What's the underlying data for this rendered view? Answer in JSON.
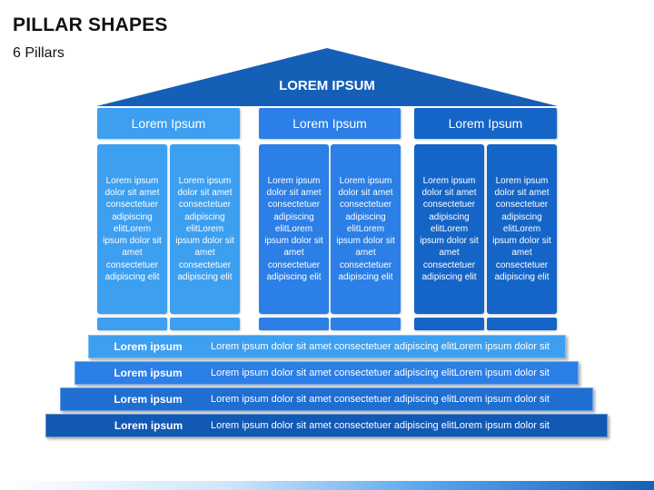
{
  "title": "PILLAR SHAPES",
  "subtitle": "6 Pillars",
  "roof_label": "LOREM IPSUM",
  "colors": {
    "group1": "#3d9ff0",
    "group2": "#2b7fe6",
    "group3": "#1565c8",
    "step1": "#3d9ff0",
    "step2": "#2b7fe6",
    "step3": "#1f6fd2",
    "step4": "#1259b4",
    "roof": "#155fb6"
  },
  "groups": [
    {
      "header": "Lorem Ipsum",
      "pillars": [
        "Lorem ipsum dolor sit amet consectetuer adipiscing elitLorem ipsum dolor sit amet consectetuer adipiscing elit",
        "Lorem ipsum dolor sit amet consectetuer adipiscing elitLorem ipsum dolor sit amet consectetuer adipiscing elit"
      ]
    },
    {
      "header": "Lorem Ipsum",
      "pillars": [
        "Lorem ipsum dolor sit amet consectetuer adipiscing elitLorem ipsum dolor sit amet consectetuer adipiscing elit",
        "Lorem ipsum dolor sit amet consectetuer adipiscing elitLorem ipsum dolor sit amet consectetuer adipiscing elit"
      ]
    },
    {
      "header": "Lorem Ipsum",
      "pillars": [
        "Lorem ipsum dolor sit amet consectetuer adipiscing elitLorem ipsum dolor sit amet consectetuer adipiscing elit",
        "Lorem ipsum dolor sit amet consectetuer adipiscing elitLorem ipsum dolor sit amet consectetuer adipiscing elit"
      ]
    }
  ],
  "steps": [
    {
      "label": "Lorem ipsum",
      "text": "Lorem ipsum dolor sit amet consectetuer adipiscing elitLorem ipsum dolor sit"
    },
    {
      "label": "Lorem ipsum",
      "text": "Lorem ipsum dolor sit amet consectetuer adipiscing elitLorem ipsum dolor sit"
    },
    {
      "label": "Lorem ipsum",
      "text": "Lorem ipsum dolor sit amet consectetuer adipiscing elitLorem ipsum dolor sit"
    },
    {
      "label": "Lorem ipsum",
      "text": "Lorem ipsum dolor sit amet consectetuer adipiscing elitLorem ipsum dolor sit"
    }
  ]
}
